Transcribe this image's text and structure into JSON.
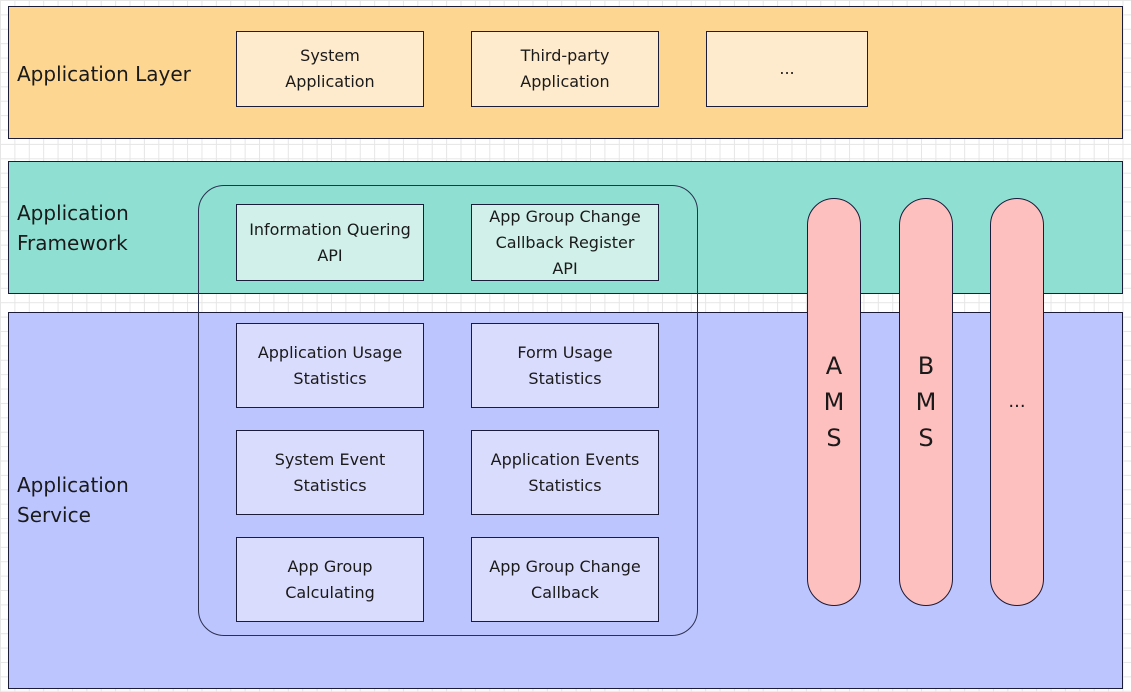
{
  "colors": {
    "application_layer": "#fdd692",
    "application_framework": "#8fe0d3",
    "application_service": "#bcc5fe",
    "app_box": "#feeacc",
    "framework_box": "#d0f0e9",
    "service_box": "#dadcfd",
    "system_service_pill": "#fec0be",
    "border": "#1b1b3a"
  },
  "layers": {
    "application": {
      "label": "Application Layer",
      "boxes": [
        "System\nApplication",
        "Third-party\nApplication",
        "..."
      ]
    },
    "framework": {
      "label": "Application\nFramework",
      "boxes": [
        "Information Quering\nAPI",
        "App Group Change\nCallback Register\nAPI"
      ]
    },
    "service": {
      "label": "Application\nService",
      "boxes": [
        "Application Usage\nStatistics",
        "Form Usage\nStatistics",
        "System Event\nStatistics",
        "Application Events\nStatistics",
        "App Group\nCalculating",
        "App Group Change\nCallback"
      ]
    }
  },
  "system_services": [
    "A\nM\nS",
    "B\nM\nS",
    "..."
  ]
}
